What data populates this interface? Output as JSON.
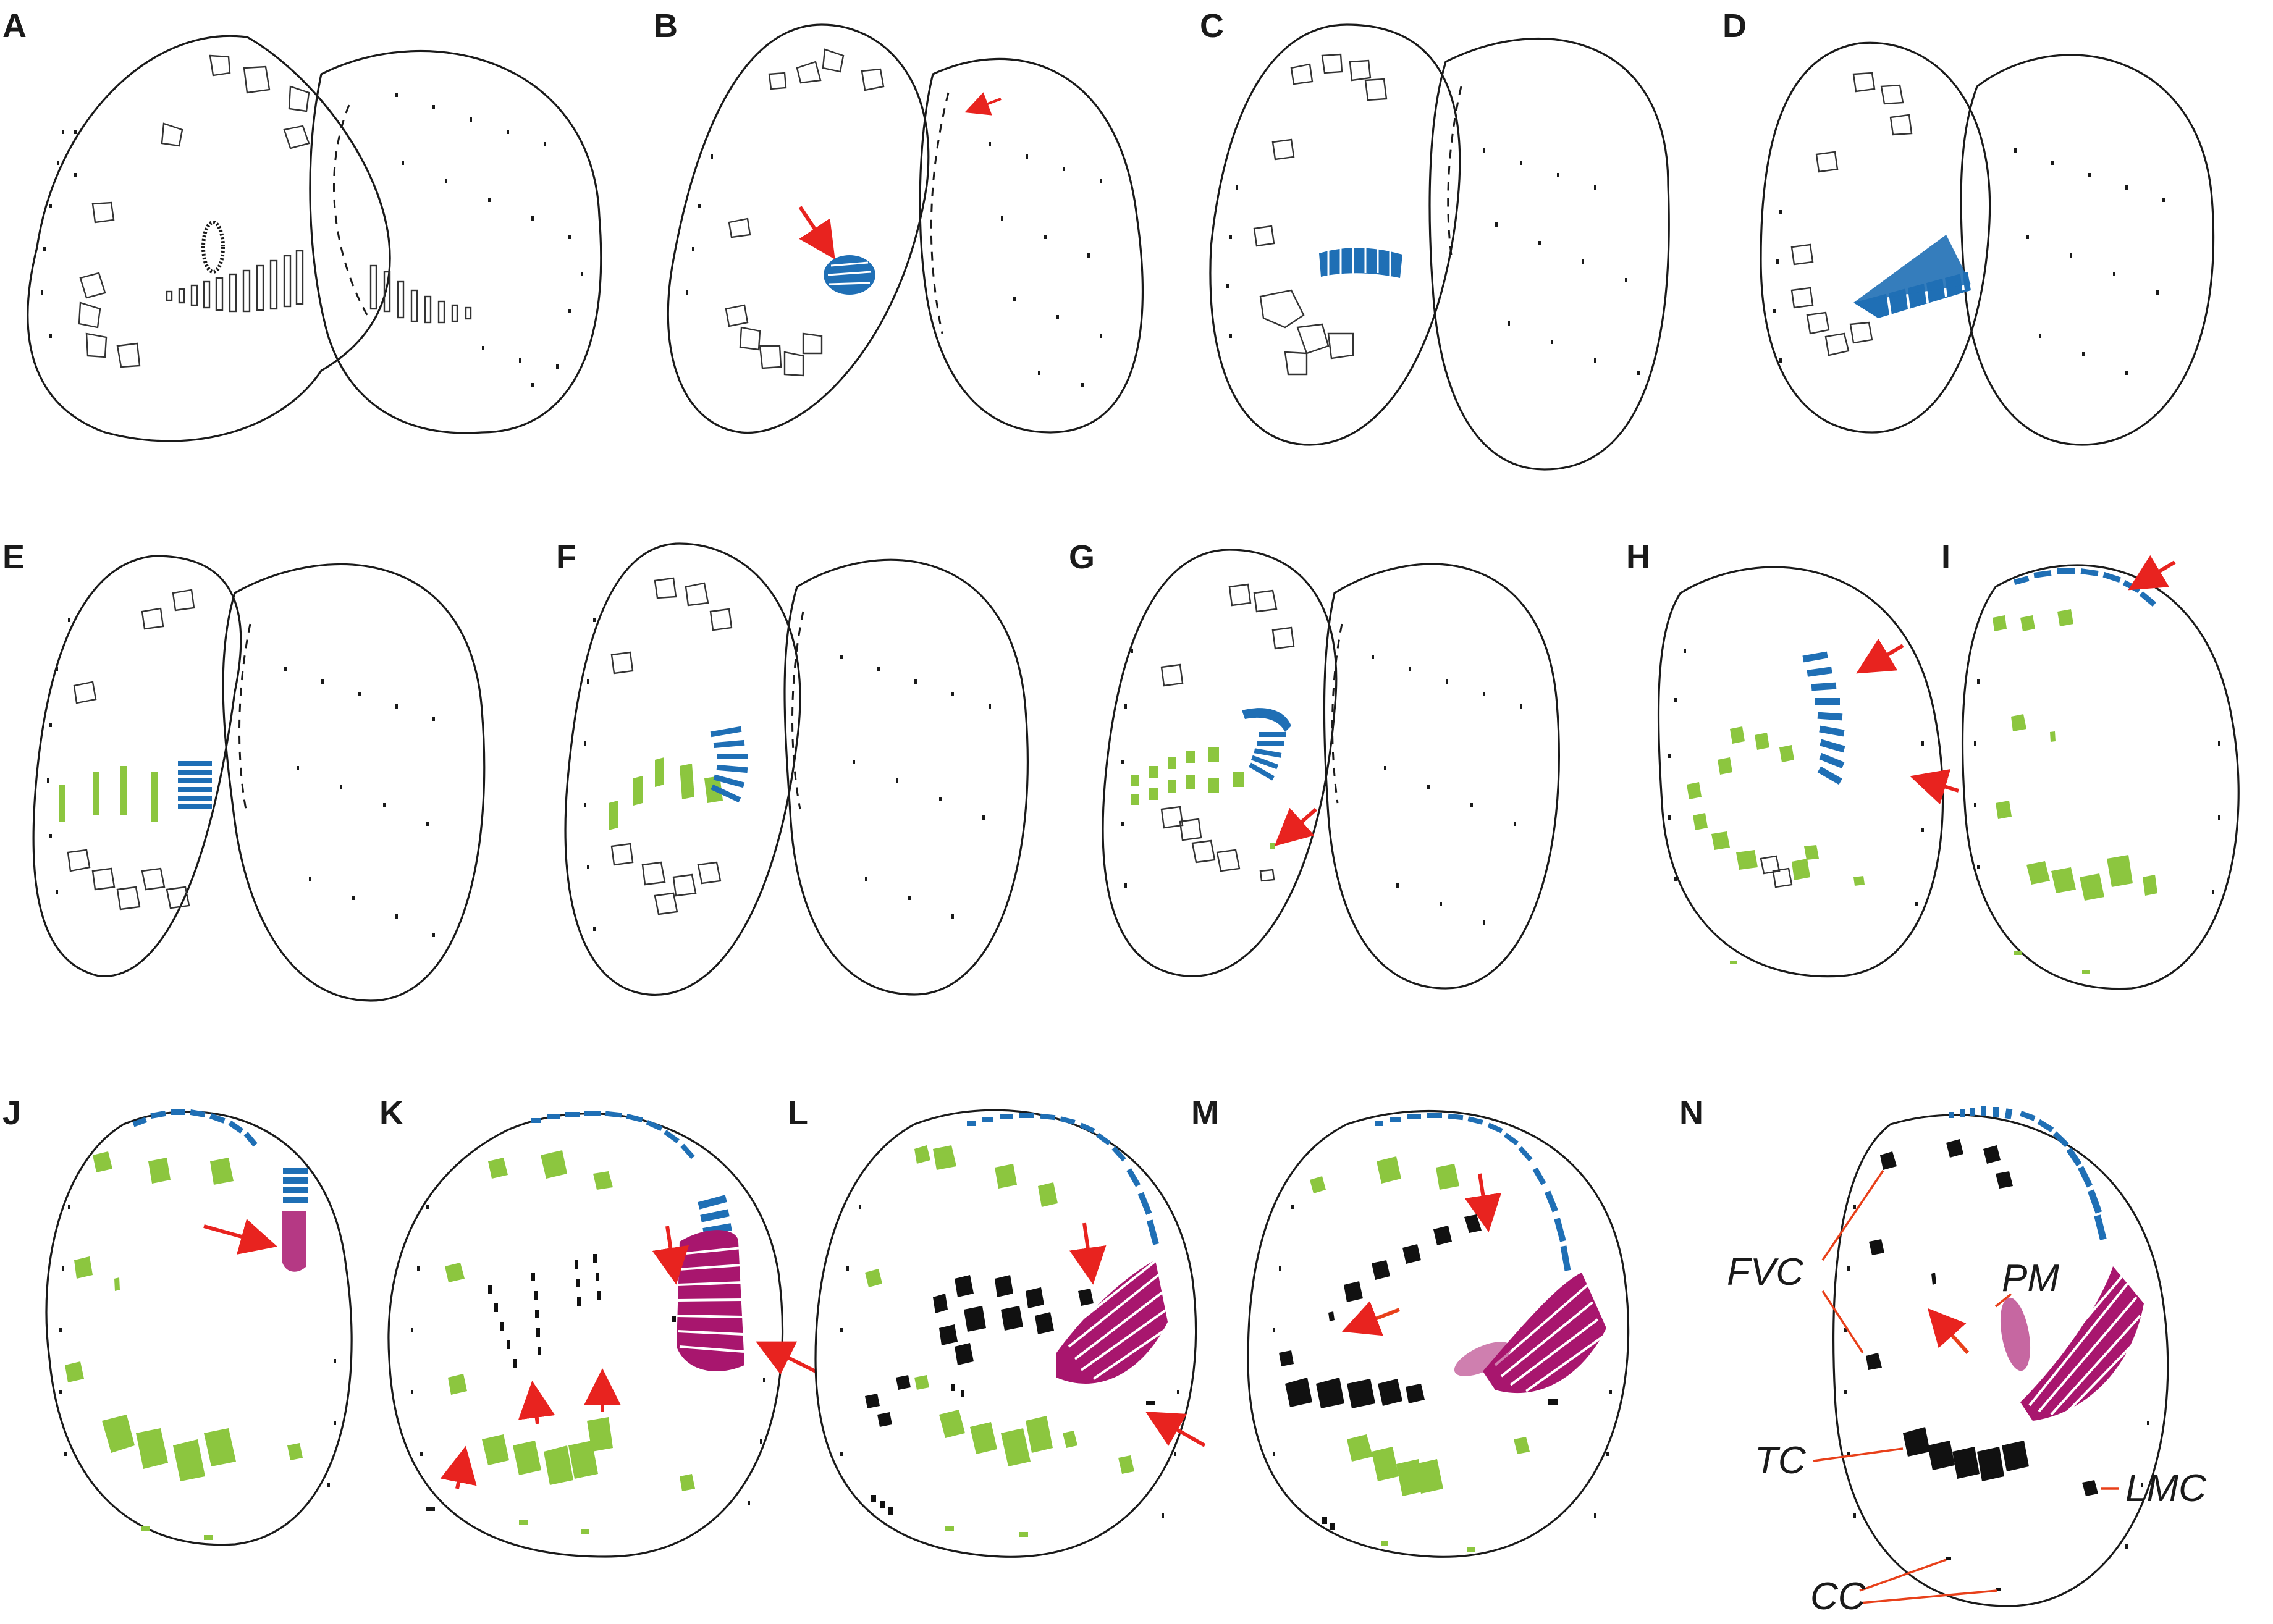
{
  "figure": {
    "panel_labels": [
      "A",
      "B",
      "C",
      "D",
      "E",
      "F",
      "G",
      "H",
      "I",
      "J",
      "K",
      "L",
      "M",
      "N"
    ],
    "callout_labels": {
      "fvc": "FVC",
      "pm": "PM",
      "tc": "TC",
      "lmc": "LMC",
      "cc": "CC"
    }
  },
  "colors": {
    "outline": "#1a1a1a",
    "adoral_anlage_blue": "#1f6fb5",
    "frontoventral_anlage_green": "#8cc63f",
    "primordium_magenta": "#a8166e",
    "new_cirri_black": "#111111",
    "arrow_red": "#e8231f",
    "label_line_orange": "#e8401a"
  },
  "icons": {
    "arrow": "red-arrow-icon",
    "arrowhead": "red-arrowhead-icon"
  }
}
